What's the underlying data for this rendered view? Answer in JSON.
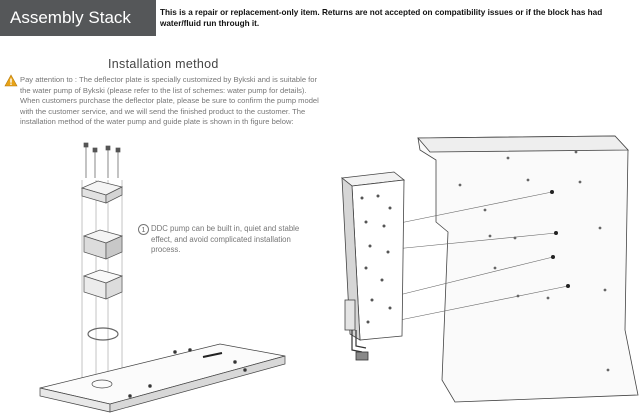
{
  "header": {
    "title": "Assembly Stack"
  },
  "notice": {
    "text": "This is a repair or replacement-only item. Returns are not accepted on compatibility issues or if the block has had water/fluid run through it."
  },
  "installation": {
    "title": "Installation method",
    "warning_icon": "warning-triangle-icon",
    "paragraph": "Pay attention to : The deflector plate is specially customized by Bykski and is suitable for the water pump of Bykski (please refer to the list of schemes: water pump for details). When customers purchase the deflector plate, please be sure to confirm the pump model with the customer service, and we will send the finished product to the customer. The installation method of the water pump and guide plate is shown in th figure below:",
    "step_number": "1",
    "step_note": "DDC pump can be built in, quiet and stable effect, and avoid complicated installation process."
  },
  "colors": {
    "header_bg": "#555759",
    "warning": "#e8a317",
    "line_art": "#333333"
  }
}
